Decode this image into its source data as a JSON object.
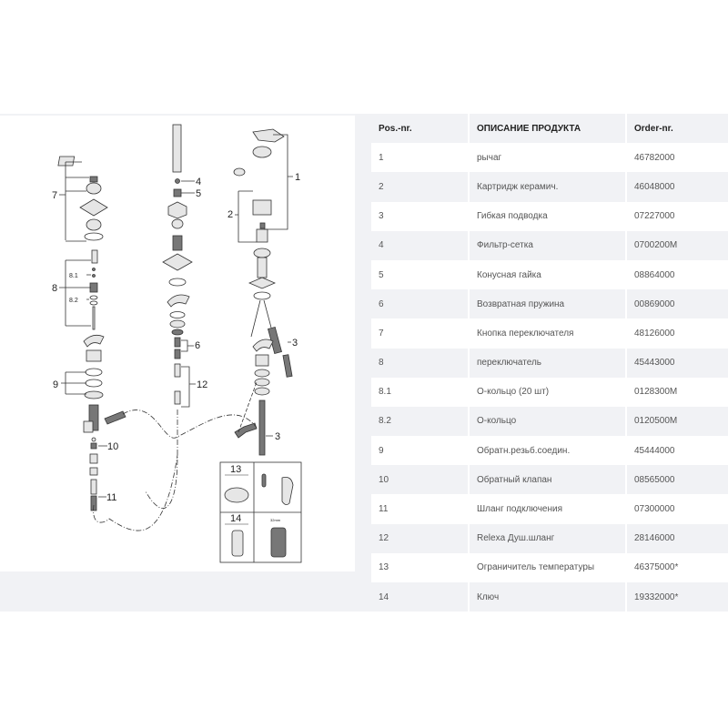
{
  "diagram": {
    "labels": {
      "l1": "1",
      "l2": "2",
      "l3a": "3",
      "l3b": "3",
      "l4": "4",
      "l5": "5",
      "l6": "6",
      "l7": "7",
      "l8": "8",
      "l81": "8.1",
      "l82": "8.2",
      "l9": "9",
      "l10": "10",
      "l11": "11",
      "l12": "12",
      "l13": "13",
      "l14": "14",
      "size": "32mm"
    }
  },
  "table": {
    "headers": [
      "Pos.-nr.",
      "ОПИСАНИЕ ПРОДУКТА",
      "Order-nr."
    ],
    "rows": [
      [
        "1",
        "рычаг",
        "46782000"
      ],
      [
        "2",
        "Картридж керамич.",
        "46048000"
      ],
      [
        "3",
        "Гибкая подводка",
        "07227000"
      ],
      [
        "4",
        "Фильтр-сетка",
        "0700200M"
      ],
      [
        "5",
        "Конусная гайка",
        "08864000"
      ],
      [
        "6",
        "Возвратная пружина",
        "00869000"
      ],
      [
        "7",
        "Кнопка переключателя",
        "48126000"
      ],
      [
        "8",
        "переключатель",
        "45443000"
      ],
      [
        "8.1",
        "О-кольцо (20 шт)",
        "0128300M"
      ],
      [
        "8.2",
        "О-кольцо",
        "0120500M"
      ],
      [
        "9",
        "Обратн.резьб.соедин.",
        "45444000"
      ],
      [
        "10",
        "Обратный клапан",
        "08565000"
      ],
      [
        "11",
        "Шланг подключения",
        "07300000"
      ],
      [
        "12",
        "Relexa Душ.шланг",
        "28146000"
      ],
      [
        "13",
        "Ограничитель температуры",
        "46375000*"
      ],
      [
        "14",
        "Ключ",
        "19332000*"
      ]
    ]
  }
}
